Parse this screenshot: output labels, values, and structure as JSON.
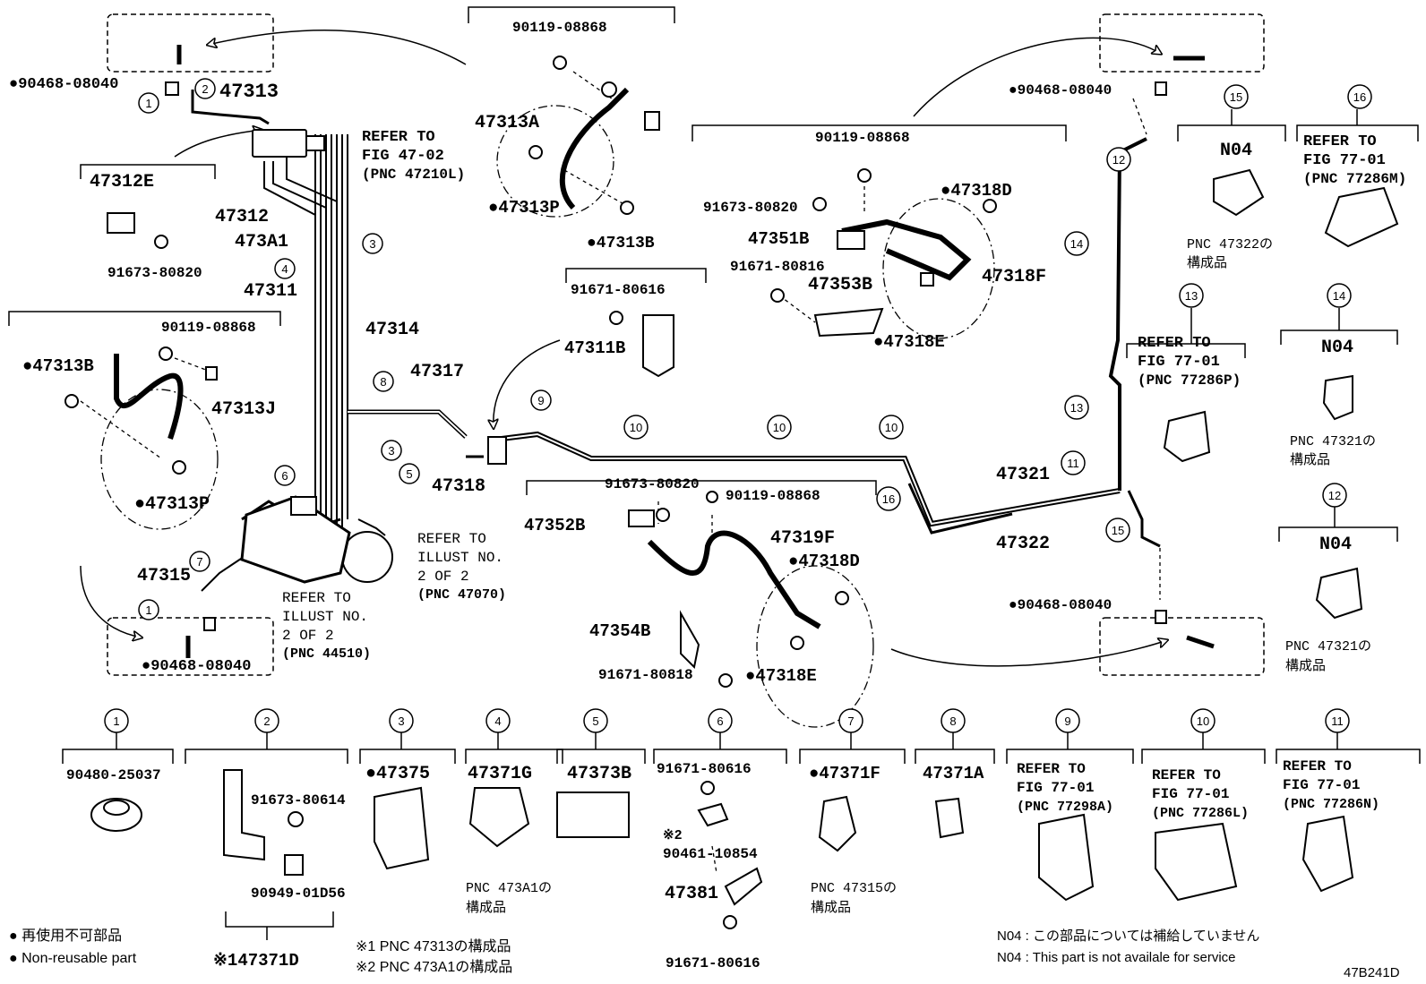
{
  "labels": [
    {
      "id": "l1",
      "text": "●90468-08040"
    },
    {
      "id": "l2",
      "text": "47313"
    },
    {
      "id": "l3",
      "text": "REFER TO"
    },
    {
      "id": "l4",
      "text": "FIG 47-02"
    },
    {
      "id": "l5",
      "text": "(PNC 47210L)"
    },
    {
      "id": "l6",
      "text": "47312E"
    },
    {
      "id": "l7",
      "text": "91673-80820"
    },
    {
      "id": "l8",
      "text": "47312"
    },
    {
      "id": "l9",
      "text": "473A1"
    },
    {
      "id": "l10",
      "text": "47311"
    },
    {
      "id": "l11",
      "text": "47314"
    },
    {
      "id": "l12",
      "text": "90119-08868"
    },
    {
      "id": "l13",
      "text": "47313A"
    },
    {
      "id": "l14",
      "text": "●47313P"
    },
    {
      "id": "l15",
      "text": "●47313B"
    },
    {
      "id": "l16",
      "text": "91671-80616"
    },
    {
      "id": "l17",
      "text": "47311B"
    },
    {
      "id": "l18",
      "text": "90119-08868"
    },
    {
      "id": "l19",
      "text": "●47313B"
    },
    {
      "id": "l20",
      "text": "47313J"
    },
    {
      "id": "l21",
      "text": "●47313P"
    },
    {
      "id": "l22",
      "text": "47317"
    },
    {
      "id": "l23",
      "text": "47318"
    },
    {
      "id": "l24",
      "text": "47315"
    },
    {
      "id": "l25",
      "text": "REFER TO"
    },
    {
      "id": "l26",
      "text": "ILLUST NO."
    },
    {
      "id": "l27",
      "text": "2 OF 2"
    },
    {
      "id": "l28",
      "text": "(PNC 47070)"
    },
    {
      "id": "l29",
      "text": "REFER TO"
    },
    {
      "id": "l30",
      "text": "ILLUST NO."
    },
    {
      "id": "l31",
      "text": "2 OF 2"
    },
    {
      "id": "l32",
      "text": "(PNC 44510)"
    },
    {
      "id": "l33",
      "text": "●90468-08040"
    },
    {
      "id": "l34",
      "text": "90119-08868"
    },
    {
      "id": "l35",
      "text": "91673-80820"
    },
    {
      "id": "l36",
      "text": "●47318D"
    },
    {
      "id": "l37",
      "text": "47351B"
    },
    {
      "id": "l38",
      "text": "91671-80816"
    },
    {
      "id": "l39",
      "text": "47353B"
    },
    {
      "id": "l40",
      "text": "47318F"
    },
    {
      "id": "l41",
      "text": "●47318E"
    },
    {
      "id": "l42",
      "text": "91673-80820"
    },
    {
      "id": "l43",
      "text": "90119-08868"
    },
    {
      "id": "l44",
      "text": "47352B"
    },
    {
      "id": "l45",
      "text": "47319F"
    },
    {
      "id": "l46",
      "text": "●47318D"
    },
    {
      "id": "l47",
      "text": "47354B"
    },
    {
      "id": "l48",
      "text": "91671-80818"
    },
    {
      "id": "l49",
      "text": "●47318E"
    },
    {
      "id": "l50",
      "text": "47321"
    },
    {
      "id": "l51",
      "text": "47322"
    },
    {
      "id": "l52",
      "text": "●90468-08040"
    },
    {
      "id": "l53",
      "text": "●90468-08040"
    },
    {
      "id": "l54",
      "text": "N04"
    },
    {
      "id": "l55",
      "text": "PNC 47322の"
    },
    {
      "id": "l56",
      "text": "構成品"
    },
    {
      "id": "l57",
      "text": "REFER TO"
    },
    {
      "id": "l58",
      "text": "FIG 77-01"
    },
    {
      "id": "l59",
      "text": "(PNC 77286M)"
    },
    {
      "id": "l60",
      "text": "REFER TO"
    },
    {
      "id": "l61",
      "text": "FIG 77-01"
    },
    {
      "id": "l62",
      "text": "(PNC 77286P)"
    },
    {
      "id": "l63",
      "text": "N04"
    },
    {
      "id": "l64",
      "text": "PNC 47321の"
    },
    {
      "id": "l65",
      "text": "構成品"
    },
    {
      "id": "l66",
      "text": "N04"
    },
    {
      "id": "l67",
      "text": "PNC 47321の"
    },
    {
      "id": "l68",
      "text": "構成品"
    },
    {
      "id": "l69",
      "text": "90480-25037"
    },
    {
      "id": "l70",
      "text": "91673-80614"
    },
    {
      "id": "l71",
      "text": "90949-01D56"
    },
    {
      "id": "l72",
      "text": "※147371D"
    },
    {
      "id": "l73",
      "text": "●47375"
    },
    {
      "id": "l74",
      "text": "47371G"
    },
    {
      "id": "l75",
      "text": "PNC 473A1の"
    },
    {
      "id": "l76",
      "text": "構成品"
    },
    {
      "id": "l77",
      "text": "47373B"
    },
    {
      "id": "l78",
      "text": "91671-80616"
    },
    {
      "id": "l79",
      "text": "※2"
    },
    {
      "id": "l80",
      "text": "90461-10854"
    },
    {
      "id": "l81",
      "text": "47381"
    },
    {
      "id": "l82",
      "text": "91671-80616"
    },
    {
      "id": "l83",
      "text": "●47371F"
    },
    {
      "id": "l84",
      "text": "PNC 47315の"
    },
    {
      "id": "l85",
      "text": "構成品"
    },
    {
      "id": "l86",
      "text": "47371A"
    },
    {
      "id": "l87",
      "text": "REFER TO"
    },
    {
      "id": "l88",
      "text": "FIG 77-01"
    },
    {
      "id": "l89",
      "text": "(PNC 77298A)"
    },
    {
      "id": "l90",
      "text": "REFER TO"
    },
    {
      "id": "l91",
      "text": "FIG 77-01"
    },
    {
      "id": "l92",
      "text": "(PNC 77286L)"
    },
    {
      "id": "l93",
      "text": "REFER TO"
    },
    {
      "id": "l94",
      "text": "FIG 77-01"
    },
    {
      "id": "l95",
      "text": "(PNC 77286N)"
    },
    {
      "id": "l96",
      "text": "● 再使用不可部品"
    },
    {
      "id": "l97",
      "text": "● Non-reusable part"
    },
    {
      "id": "l98",
      "text": "※1 PNC 47313の構成品"
    },
    {
      "id": "l99",
      "text": "※2 PNC 473A1の構成品"
    },
    {
      "id": "l100",
      "text": "N04 :  この部品については補給していません"
    },
    {
      "id": "l101",
      "text": "N04 :  This part is not availale for service"
    },
    {
      "id": "l102",
      "text": "47B241D"
    }
  ],
  "callouts": [
    {
      "id": "c1",
      "text": "1"
    },
    {
      "id": "c2",
      "text": "2"
    },
    {
      "id": "c3",
      "text": "3"
    },
    {
      "id": "c4",
      "text": "4"
    },
    {
      "id": "c5",
      "text": "8"
    },
    {
      "id": "c6",
      "text": "3"
    },
    {
      "id": "c7",
      "text": "5"
    },
    {
      "id": "c8",
      "text": "6"
    },
    {
      "id": "c9",
      "text": "7"
    },
    {
      "id": "c10",
      "text": "1"
    },
    {
      "id": "c11",
      "text": "9"
    },
    {
      "id": "c12",
      "text": "10"
    },
    {
      "id": "c13",
      "text": "10"
    },
    {
      "id": "c14",
      "text": "10"
    },
    {
      "id": "c15",
      "text": "16"
    },
    {
      "id": "c16",
      "text": "11"
    },
    {
      "id": "c17",
      "text": "12"
    },
    {
      "id": "c18",
      "text": "14"
    },
    {
      "id": "c19",
      "text": "13"
    },
    {
      "id": "c20",
      "text": "15"
    },
    {
      "id": "c21",
      "text": "15"
    },
    {
      "id": "c22",
      "text": "16"
    },
    {
      "id": "c23",
      "text": "13"
    },
    {
      "id": "c24",
      "text": "14"
    },
    {
      "id": "c25",
      "text": "12"
    },
    {
      "id": "c26",
      "text": "1"
    },
    {
      "id": "c27",
      "text": "2"
    },
    {
      "id": "c28",
      "text": "3"
    },
    {
      "id": "c29",
      "text": "4"
    },
    {
      "id": "c30",
      "text": "5"
    },
    {
      "id": "c31",
      "text": "6"
    },
    {
      "id": "c32",
      "text": "7"
    },
    {
      "id": "c33",
      "text": "8"
    },
    {
      "id": "c34",
      "text": "9"
    },
    {
      "id": "c35",
      "text": "10"
    },
    {
      "id": "c36",
      "text": "11"
    }
  ]
}
